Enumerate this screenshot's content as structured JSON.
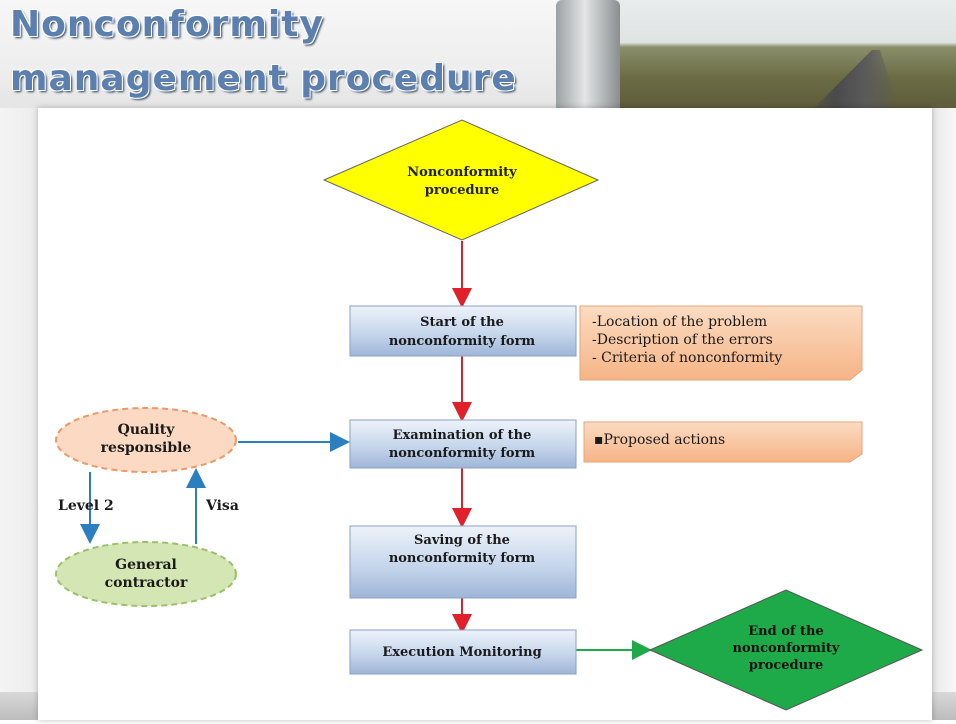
{
  "slide": {
    "title_line1": "Nonconformity",
    "title_line2": "management procedure"
  },
  "flowchart": {
    "start_decision": [
      "Nonconformity",
      "procedure"
    ],
    "step1": [
      "Start of the",
      "nonconformity form"
    ],
    "step1_note": [
      "-Location of the problem",
      "-Description of the errors",
      "- Criteria of nonconformity"
    ],
    "step2": [
      "Examination of the",
      "nonconformity form"
    ],
    "step2_note": [
      "▪Proposed actions"
    ],
    "step3": [
      "Saving of the",
      "nonconformity form"
    ],
    "step4": [
      "Execution Monitoring"
    ],
    "end_decision": [
      "End of the",
      "nonconformity",
      "procedure"
    ],
    "quality": [
      "Quality",
      "responsible"
    ],
    "contractor": [
      "General",
      "contractor"
    ],
    "label_level2": "Level 2",
    "label_visa": "Visa"
  },
  "colors": {
    "start_fill": "#ffff00",
    "end_fill": "#1faa4a",
    "arrow_main": "#e0202a",
    "arrow_side": "#2a7fc1",
    "arrow_end": "#1faa4a",
    "note_fill": "#f9c9a3",
    "quality_fill": "#fbd9c2",
    "contractor_fill": "#d4e6b3"
  }
}
